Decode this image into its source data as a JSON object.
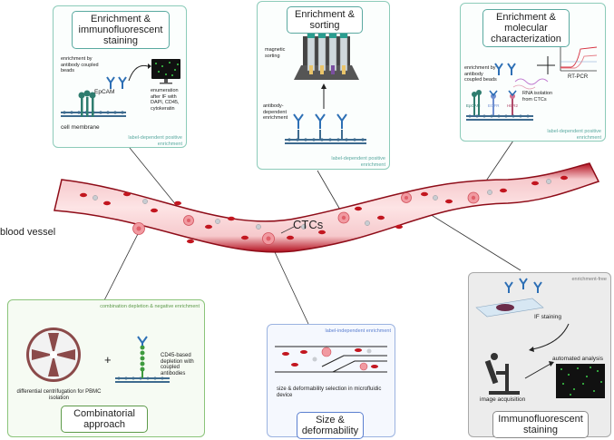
{
  "center": {
    "vessel_label": "blood vessel",
    "ctc_label": "CTCs"
  },
  "panels": {
    "immuno": {
      "title": "Enrichment & immunofluorescent staining",
      "beads_text": "enrichment by antibody coupled beads",
      "epcam": "EpCAM",
      "membrane": "cell membrane",
      "enumeration": "enumeration after IF with DAPI, CD45, cytokeratin",
      "tag": "label-dependent positive enrichment",
      "color": "#8ccbb9"
    },
    "sorting": {
      "title": "Enrichment & sorting",
      "magnetic": "magnetic sorting",
      "antibody": "antibody-dependent enrichment",
      "tag": "label-dependent positive enrichment",
      "color": "#8ccbb9"
    },
    "molecular": {
      "title": "Enrichment & molecular characterization",
      "beads_text": "enrichment by antibody coupled beads",
      "markers": [
        "EpCAM",
        "EGFR",
        "HER2"
      ],
      "rna": "RNA isolation from CTCs",
      "rtpcr": "RT-PCR",
      "tag": "label-dependent positive enrichment",
      "color": "#8ccbb9"
    },
    "combinatorial": {
      "title": "Combinatorial approach",
      "tag": "combination depletion & negative enrichment",
      "centrifugation": "differential centrifugation for PBMC isolation",
      "plus": "+",
      "cd45": "CD45-based depletion with coupled antibodies",
      "color": "#8bc47a"
    },
    "size": {
      "title": "Size & deformability",
      "tag": "label-independent enrichment",
      "desc": "size & deformability selection in microfluidic device",
      "color": "#6d8fd6"
    },
    "free": {
      "title": "Immunofluorescent staining",
      "tag": "enrichment-free",
      "if_staining": "IF staining",
      "acquisition": "image acquisition",
      "automated": "automated analysis",
      "color": "#9a9a9a"
    }
  }
}
